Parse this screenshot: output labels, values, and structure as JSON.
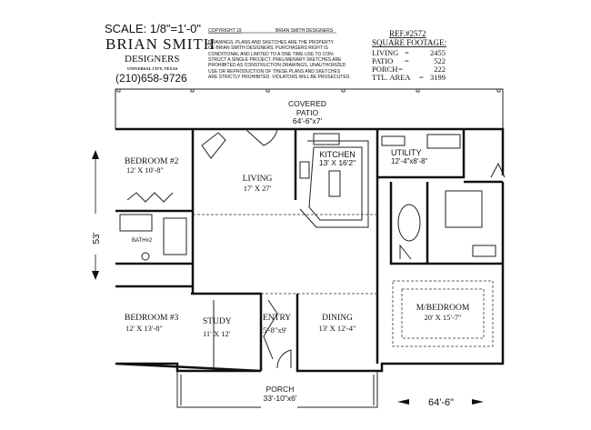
{
  "title_block": {
    "scale": "SCALE:  1/8\"=1'-0\"",
    "company_name": "BRIAN SMITH",
    "company_sub": "DESIGNERS",
    "location": "UNIVERSAL CITY, TEXAS",
    "phone": "(210)658-9726",
    "copyright_label": "COPYRIGHT 19",
    "copyright_holder": "BRIAN SMITH DESIGNERS",
    "notice_lines": [
      "DRAWINGS, PLANS AND SKETCHES ARE THE PROPERTY",
      "OF BRIAN SMITH DESIGNERS. PURCHASERS RIGHT IS",
      "CONDITIONAL AND LIMITED TO A ONE TIME USE TO CON-",
      "STRUCT A SINGLE PROJECT. PRELIMENARY SKETCHES ARE",
      "PROHIBITED AS CONSTRUCTION DRAWINGS. UNAUTHORIZED",
      "USE OR REPRODUCTION OF THESE PLANS AND SKETCHES",
      "ARE STRICTLY PROHIBITED. VIOLATORS WILL BE PROSECUTED."
    ]
  },
  "footage": {
    "ref": "REF.#2572",
    "heading": "SQUARE FOOTAGE:",
    "rows": [
      {
        "label": "LIVING",
        "sep": "=",
        "value": "2455"
      },
      {
        "label": "PATIO",
        "sep": "=",
        "value": "522"
      },
      {
        "label": "PORCH",
        "sep": "=",
        "value": "222"
      },
      {
        "label": "TTL. AREA",
        "sep": "=",
        "value": "3199"
      }
    ]
  },
  "rooms": {
    "patio": {
      "name1": "COVERED",
      "name2": "PATIO",
      "dims": "64'-6\"x7'"
    },
    "bedroom2": {
      "name": "BEDROOM #2",
      "dims": "12' X 10'-8\""
    },
    "living": {
      "name": "LIVING",
      "dims": "17' X 27'"
    },
    "kitchen": {
      "name": "KITCHEN",
      "dims": "13' X 16'2\""
    },
    "utility": {
      "name": "UTILITY",
      "dims": "12'-4\"x8'-8\""
    },
    "bath2": {
      "name": "BATH#2"
    },
    "bedroom3": {
      "name": "BEDROOM #3",
      "dims": "12' X 13'-8\""
    },
    "study": {
      "name": "STUDY",
      "dims": "11' X 12'"
    },
    "entry": {
      "name": "ENTRY",
      "dims": "5'-8\"x9'"
    },
    "dining": {
      "name": "DINING",
      "dims": "13' X 12'-4\""
    },
    "master": {
      "name": "M/BEDROOM",
      "dims": "20' X 15'-7\""
    },
    "porch": {
      "name": "PORCH",
      "dims": "33'-10\"x6'"
    }
  },
  "dimensions": {
    "depth": "53'",
    "width": "64'-6\""
  }
}
